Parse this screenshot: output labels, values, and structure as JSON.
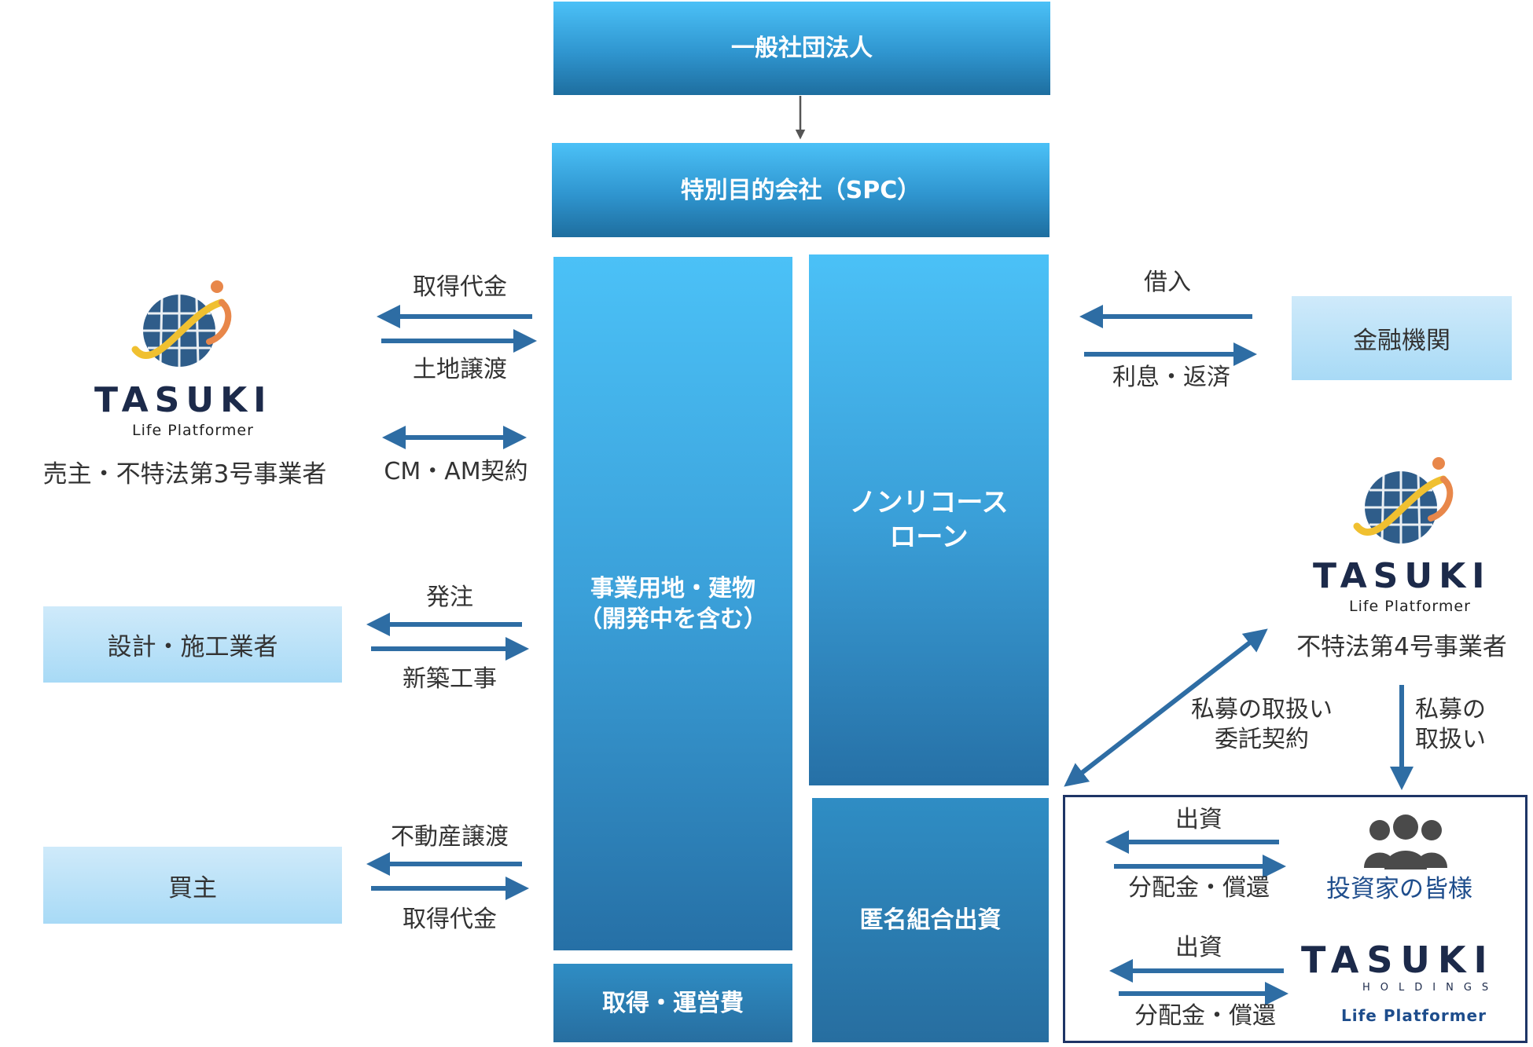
{
  "boxes": {
    "general_association": "一般社団法人",
    "spc": "特別目的会社（SPC）",
    "land_building_line1": "事業用地・建物",
    "land_building_line2": "（開発中を含む）",
    "acquisition_cost": "取得・運営費",
    "nonrecourse_line1": "ノンリコース",
    "nonrecourse_line2": "ローン",
    "anonymous_partnership": "匿名組合出資",
    "financial_institution": "金融機関",
    "designer": "設計・施工業者",
    "buyer": "買主"
  },
  "labels": {
    "acq_price_top": "取得代金",
    "land_transfer": "土地譲渡",
    "cm_am": "CM・AM契約",
    "order": "発注",
    "construction": "新築工事",
    "realestate_transfer": "不動産譲渡",
    "acq_price_bottom": "取得代金",
    "borrowing": "借入",
    "interest_repay": "利息・返済",
    "private_contract_line1": "私募の取扱い",
    "private_contract_line2": "委託契約",
    "private_handling_line1": "私募の",
    "private_handling_line2": "取扱い",
    "invest1": "出資",
    "dist1": "分配金・償還",
    "invest2": "出資",
    "dist2": "分配金・償還"
  },
  "parties": {
    "seller": "売主・不特法第3号事業者",
    "op4": "不特法第4号事業者",
    "investors": "投資家の皆様"
  },
  "logos": {
    "tasuki_word": "TASUKI",
    "tasuki_sub": "Life Platformer",
    "holdings_word": "TASUKI",
    "holdings_sub": "HOLDINGS",
    "holdings_tag": "Life Platformer"
  },
  "icons": {
    "globe": "globe-logo-icon",
    "people": "people-group-icon"
  },
  "colors": {
    "box_top": "#4bc1f7",
    "box_bottom": "#1e6e9f",
    "light_box": "#bfe4f9",
    "arrow": "#2e6da4",
    "frame": "#1e3566",
    "logo_orange": "#e8874a"
  }
}
